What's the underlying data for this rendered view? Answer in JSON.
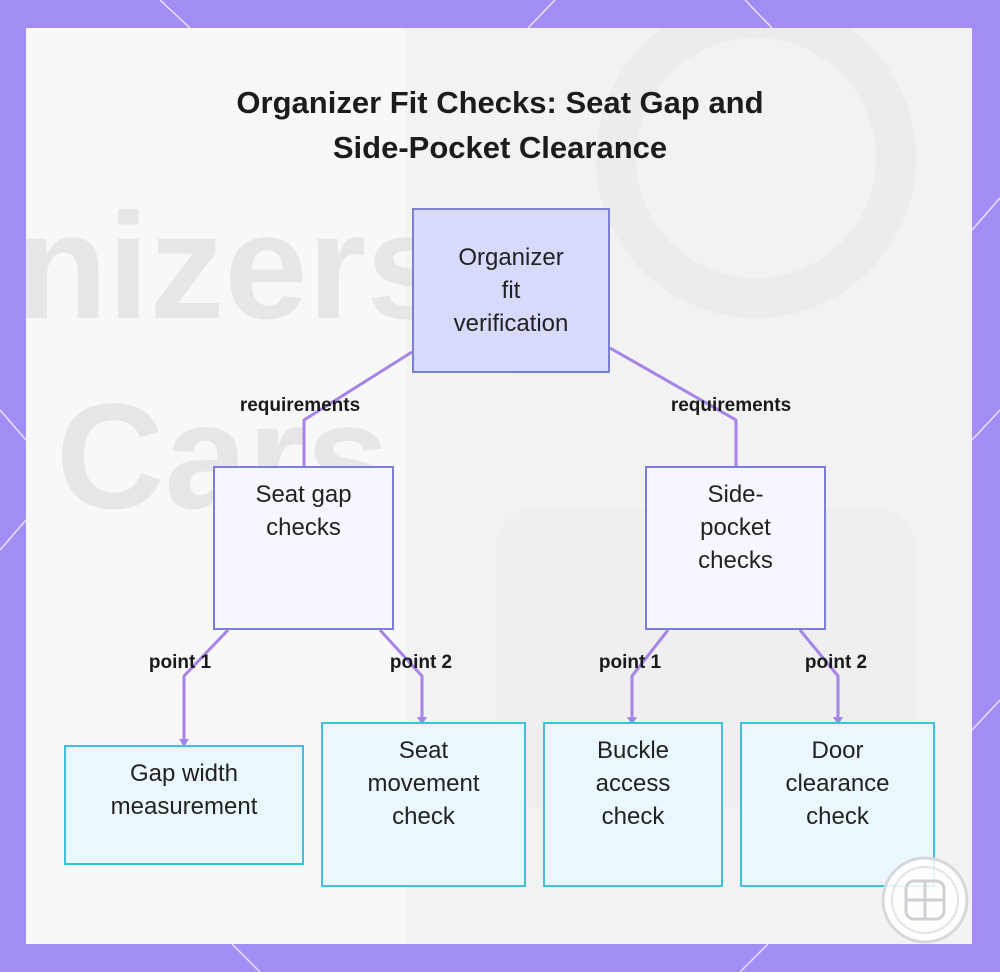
{
  "title_lines": [
    "Organizer Fit Checks: Seat Gap and",
    "Side-Pocket Clearance"
  ],
  "colors": {
    "border_purple": "#a48cf5",
    "root_fill": "#d7dafb",
    "mid_fill": "#f5f6fe",
    "node_border": "#7a80d4",
    "leaf_fill": "#eaf7fd",
    "leaf_border": "#3fc0df",
    "connector": "#a584e6"
  },
  "watermark": {
    "lines": [
      "nizers",
      "Cars"
    ]
  },
  "nodes": {
    "root": {
      "lines": [
        "Organizer",
        "fit",
        "verification"
      ]
    },
    "seat_gap": {
      "lines": [
        "Seat gap",
        "checks"
      ]
    },
    "side_pocket": {
      "lines": [
        "Side-",
        "pocket",
        "checks"
      ]
    },
    "gap_width": {
      "lines": [
        "Gap width",
        "measurement"
      ]
    },
    "seat_movement": {
      "lines": [
        "Seat",
        "movement",
        "check"
      ]
    },
    "buckle_access": {
      "lines": [
        "Buckle",
        "access",
        "check"
      ]
    },
    "door_clearance": {
      "lines": [
        "Door",
        "clearance",
        "check"
      ]
    }
  },
  "edges": {
    "root_to_seat_gap": "requirements",
    "root_to_side_pocket": "requirements",
    "seat_gap_to_gap_width": "point 1",
    "seat_gap_to_seat_movement": "point 2",
    "side_pocket_to_buckle_access": "point 1",
    "side_pocket_to_door_clearance": "point 2"
  },
  "logo_icon": "grid-app-icon"
}
